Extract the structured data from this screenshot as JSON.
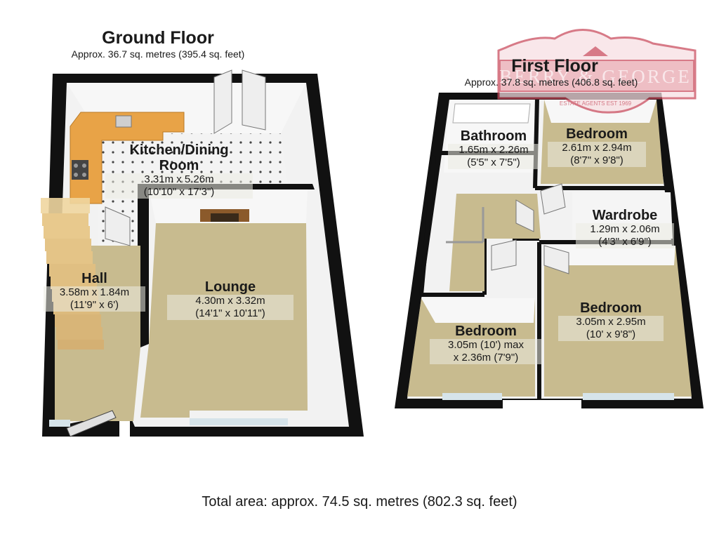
{
  "ground_floor": {
    "title": "Ground Floor",
    "area": "Approx. 36.7 sq. metres (395.4 sq. feet)",
    "rooms": [
      {
        "name": "Kitchen/Dining",
        "name2": "Room",
        "dim1": "3.31m x 5.26m",
        "dim2": "(10'10\" x 17'3\")"
      },
      {
        "name": "Lounge",
        "dim1": "4.30m x 3.32m",
        "dim2": "(14'1\" x 10'11\")"
      },
      {
        "name": "Hall",
        "dim1": "3.58m x 1.84m",
        "dim2": "(11'9\" x 6')"
      }
    ]
  },
  "first_floor": {
    "title": "First Floor",
    "area": "Approx. 37.8 sq. metres (406.8 sq. feet)",
    "rooms": [
      {
        "name": "Bathroom",
        "dim1": "1.65m x 2.26m",
        "dim2": "(5'5\" x 7'5\")"
      },
      {
        "name": "Bedroom",
        "dim1": "2.61m x 2.94m",
        "dim2": "(8'7\" x 9'8\")"
      },
      {
        "name": "Wardrobe",
        "dim1": "1.29m x 2.06m",
        "dim2": "(4'3\" x 6'9\")"
      },
      {
        "name": "Bedroom",
        "dim1": "3.05m (10') max",
        "dim2": "x 2.36m (7'9\")"
      },
      {
        "name": "Bedroom",
        "dim1": "3.05m x 2.95m",
        "dim2": "(10' x 9'8\")"
      }
    ]
  },
  "watermark": {
    "text": "BERRY & GEORGE",
    "subtext": "ESTATE AGENTS EST 1969",
    "color": "#c8485a"
  },
  "total": "Total area: approx. 74.5 sq. metres (802.3 sq. feet)",
  "colors": {
    "wall": "#111111",
    "floor_carpet": "#c8bb8f",
    "kitchen_counter": "#e8a347",
    "wall_face": "#f4f4f4"
  }
}
